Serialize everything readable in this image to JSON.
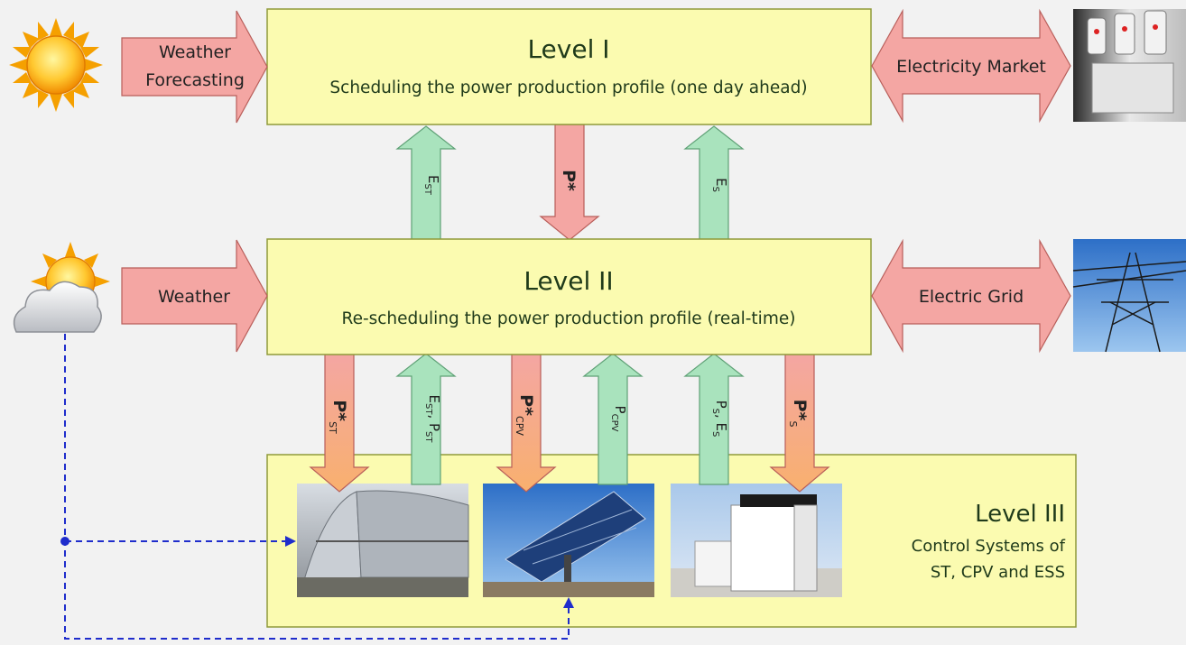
{
  "levels": {
    "level1": {
      "title": "Level I",
      "subtitle": "Scheduling the power production profile (one day ahead)"
    },
    "level2": {
      "title": "Level II",
      "subtitle": "Re-scheduling the power production profile (real-time)"
    },
    "level3": {
      "title": "Level III",
      "line1": "Control Systems of",
      "line2": "ST, CPV and ESS"
    }
  },
  "inputs": {
    "weather_forecasting": {
      "line1": "Weather",
      "line2": "Forecasting"
    },
    "weather": "Weather",
    "electricity_market": "Electricity Market",
    "electric_grid": "Electric Grid"
  },
  "signals": {
    "est": {
      "main": "E",
      "sub": "ST"
    },
    "pstar": {
      "main": "P*",
      "sub": ""
    },
    "es": {
      "main": "E",
      "sub": "S"
    },
    "pstar_st": {
      "main": "P*",
      "sub": "ST"
    },
    "est_pst": {
      "main": "E",
      "sub": "ST",
      "main2": ", P",
      "sub2": "ST"
    },
    "pstar_cpv": {
      "main": "P*",
      "sub": "CPV"
    },
    "pcpv": {
      "main": "P",
      "sub": "CPV"
    },
    "ps_es": {
      "main": "P",
      "sub": "S",
      "main2": ", E",
      "sub2": "S"
    },
    "pstar_s": {
      "main": "P*",
      "sub": "S"
    }
  },
  "colors": {
    "box_fill": "#fbfbb0",
    "box_border": "#8f9a3a",
    "red_arrow": "#f4a6a3",
    "green_arrow": "#a9e3bd",
    "orange_arrow": "#f8b882",
    "dashed_line": "#1f2dcc"
  },
  "icons": [
    "sun-icon",
    "cloud-sun-icon",
    "meters-photo",
    "power-tower-photo",
    "solar-thermal-photo",
    "cpv-tracker-photo",
    "storage-unit-photo"
  ]
}
